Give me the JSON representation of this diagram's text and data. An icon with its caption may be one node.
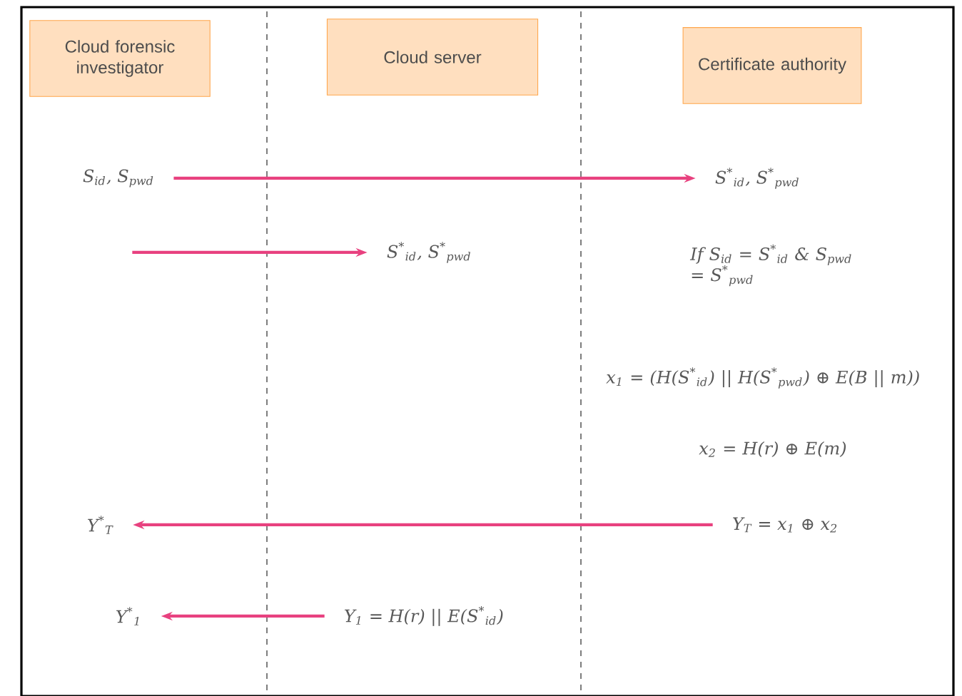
{
  "diagram": {
    "nodes": [
      {
        "text": [
          "Cloud forensic investigator"
        ]
      },
      {
        "text": [
          "Cloud server"
        ]
      },
      {
        "text": [
          "Certificate authority"
        ]
      },
      {
        "text": [
          "S$_{id}$, S$_{pwd}$"
        ]
      },
      {
        "text": [
          "S$^{*}$$_{id}$, S$^{*}$$_{pwd}$"
        ]
      },
      {
        "text": [
          "S$^{*}$$_{id}$, S$^{*}$$_{pwd}$"
        ]
      },
      {
        "text": [
          "Y$^{*}$$_{T}$"
        ]
      },
      {
        "text": [
          "Y$_{T}$ = x$_{1}$ ⊕ x$_{2}$"
        ]
      },
      {
        "text": [
          "Y$^{*}$$_{1}$"
        ]
      },
      {
        "text": [
          "Y$_{1}$ = H(r) || E(S$^{*}$$_{id}$)"
        ]
      }
    ],
    "edges": [
      {
        "from": 3,
        "to": 4,
        "arrow": "to"
      },
      {
        "from": null,
        "to": 5,
        "arrow": "to"
      },
      {
        "from": 7,
        "to": 6,
        "arrow": "to"
      },
      {
        "from": 9,
        "to": 8,
        "arrow": "to"
      }
    ],
    "labels": [
      "If S$_{id}$ = S$^{*}$$_{id}$ & S$_{pwd}$ = S$^{*}$$_{pwd}$",
      "x$_{1}$ = (H(S$^{*}$$_{id}$) || H(S$^{*}$$_{pwd}$) ⊕ E(B || m))",
      "x$_{2}$ = H(r) ⊕ E(m)"
    ]
  }
}
